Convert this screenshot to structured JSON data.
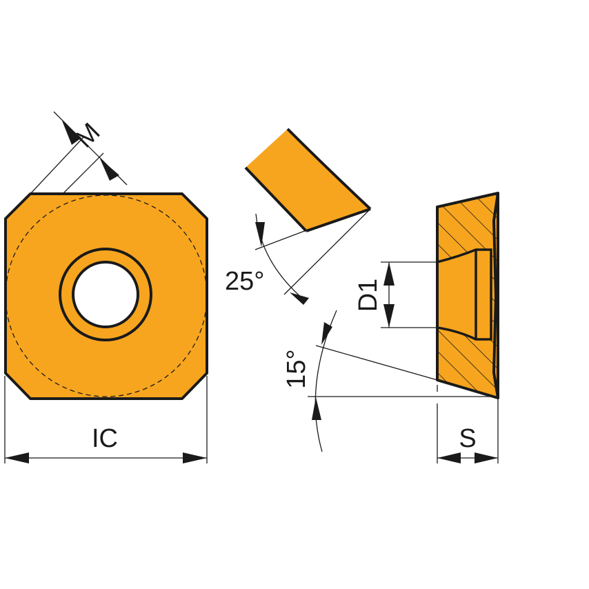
{
  "colors": {
    "insert_fill": "#F7A51E",
    "outline": "#1a1a1a",
    "background": "#ffffff"
  },
  "labels": {
    "m": "M",
    "ic": "IC",
    "d1": "D1",
    "s": "S",
    "angle_25": "25°",
    "angle_15": "15°"
  },
  "views": [
    {
      "name": "top-view",
      "description": "square insert with chamfered corners and center hole"
    },
    {
      "name": "edge-angle-view",
      "description": "insert segment showing 25° angle"
    },
    {
      "name": "section-view",
      "description": "cross-section showing D1, S and 15° angle"
    }
  ]
}
